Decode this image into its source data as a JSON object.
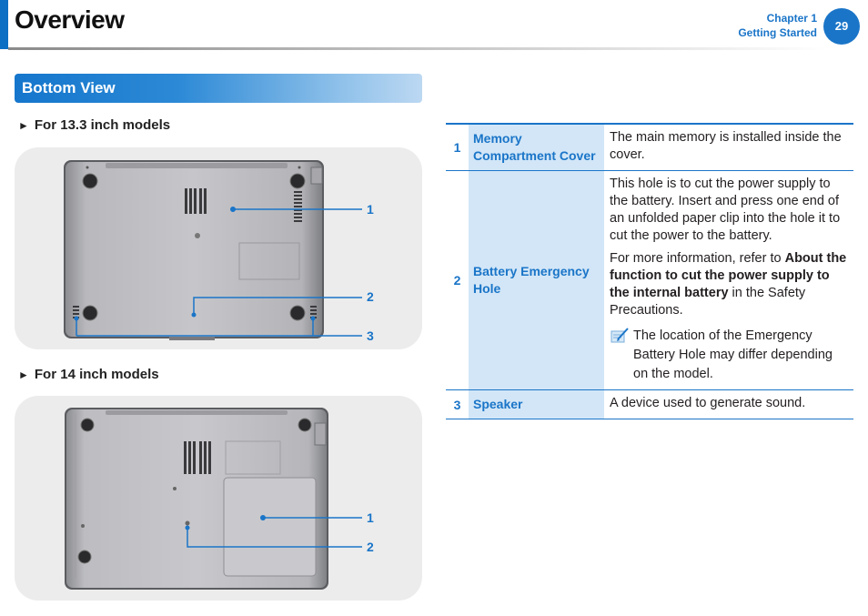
{
  "header": {
    "title": "Overview",
    "chapter": "Chapter 1",
    "chapter_name": "Getting Started",
    "page_number": "29"
  },
  "section": {
    "title": "Bottom View"
  },
  "models": [
    {
      "label": "For 13.3 inch models",
      "callouts": [
        "1",
        "2",
        "3"
      ]
    },
    {
      "label": "For 14 inch models",
      "callouts": [
        "1",
        "2"
      ]
    }
  ],
  "table": {
    "rows": [
      {
        "num": "1",
        "name": "Memory Compartment Cover",
        "desc": "The main memory is installed inside the cover."
      },
      {
        "num": "2",
        "name": "Battery Emergency Hole",
        "desc": "This hole is to cut the power supply to the battery. Insert and press one end of an unfolded paper clip into the hole it to cut the power to the battery.",
        "more_prefix": "For more information, refer to ",
        "more_bold": "About the function to cut the power supply to the internal battery",
        "more_suffix": " in the Safety Precautions.",
        "note": "The location of the Emergency Battery Hole may differ depending on the model."
      },
      {
        "num": "3",
        "name": "Speaker",
        "desc": "A device used to generate sound."
      }
    ]
  },
  "colors": {
    "accent": "#1a75c8",
    "table_name_bg": "#d2e6f7",
    "panel_bg": "#ececec"
  },
  "icons": {
    "arrow": "right-triangle-icon",
    "note": "note-pencil-icon"
  }
}
